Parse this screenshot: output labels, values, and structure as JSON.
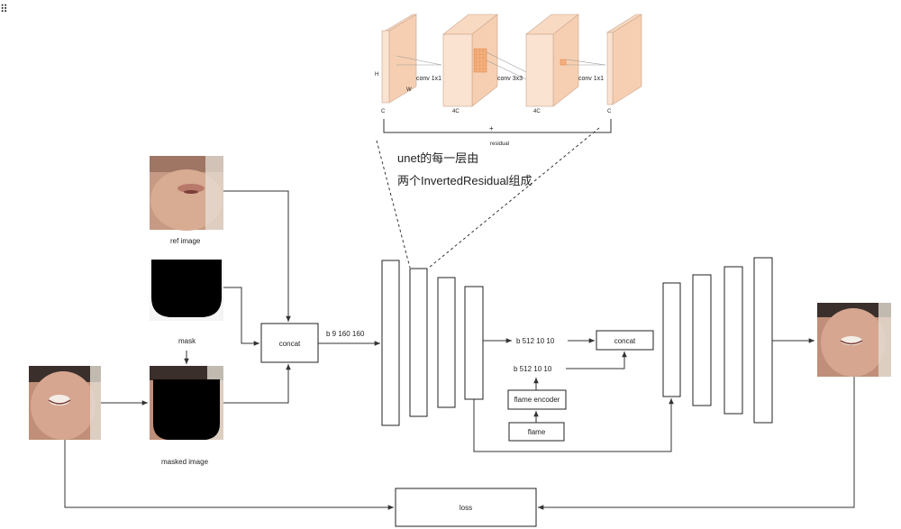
{
  "diagram": {
    "corner_mark": "⠿",
    "inverted_residual": {
      "h_label": "H",
      "w_label": "W",
      "conv1_label": "conv 1x1",
      "conv2_label": "conv 3x3",
      "conv3_label": "conv 1x1",
      "c_in_label": "C",
      "c_mid1_label": "4C",
      "c_mid2_label": "4C",
      "c_out_label": "C",
      "plus_label": "+",
      "residual_label": "residual"
    },
    "note": {
      "line1": "unet的每一层由",
      "line2": "两个InvertedResidual组成"
    },
    "inputs": {
      "ref_image_label": "ref image",
      "mask_label": "mask",
      "masked_image_label": "masked image"
    },
    "concat_input_label": "concat",
    "concat_output_shape": "b 9 160 160",
    "bottleneck_shape": "b 512 10 10",
    "flame_shape": "b 512 10 10",
    "concat_mid_label": "concat",
    "flame_encoder_label": "flame encoder",
    "flame_label": "flame",
    "loss_label": "loss"
  }
}
